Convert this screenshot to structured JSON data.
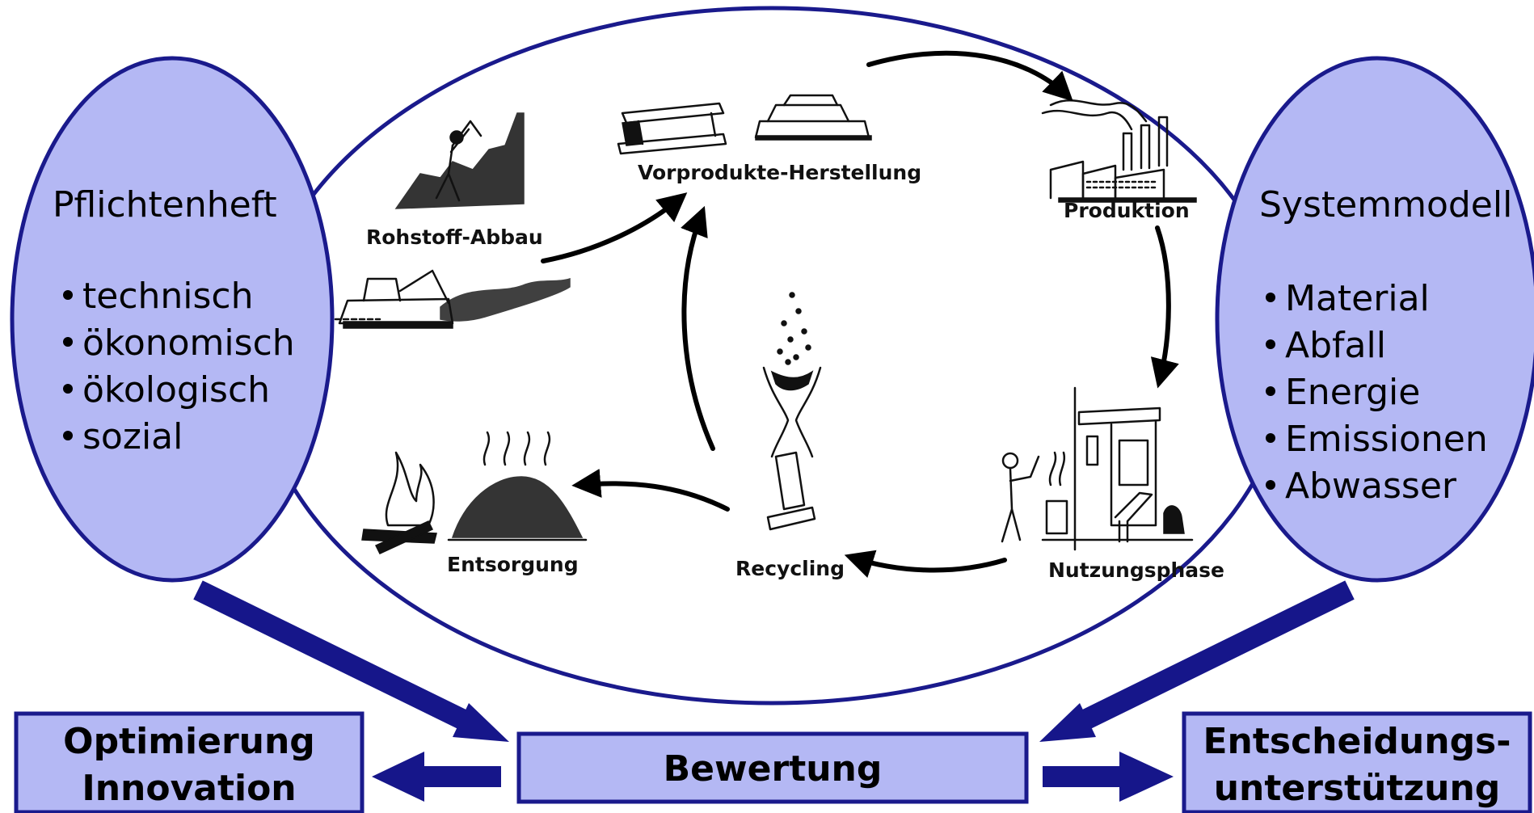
{
  "colors": {
    "ellipse_fill": "#b4b8f4",
    "outline": "#1a1a8c",
    "box_fill": "#b4b8f4",
    "arrow_blue": "#16168a",
    "cycle_arrow": "#000000"
  },
  "left_ellipse": {
    "title": "Pflichtenheft",
    "items": [
      "technisch",
      "ökonomisch",
      "ökologisch",
      "sozial"
    ]
  },
  "right_ellipse": {
    "title": "Systemmodell",
    "items": [
      "Material",
      "Abfall",
      "Energie",
      "Emissionen",
      "Abwasser"
    ]
  },
  "stages": {
    "rohstoff": "Rohstoff-Abbau",
    "vorprodukte": "Vorprodukte-Herstellung",
    "produktion": "Produktion",
    "nutzung": "Nutzungsphase",
    "recycling": "Recycling",
    "entsorgung": "Entsorgung"
  },
  "stage_icons": {
    "rohstoff": [
      "miner-icon",
      "excavator-icon"
    ],
    "vorprodukte": [
      "steel-beam-icon",
      "metal-ingots-icon"
    ],
    "produktion": "factory-icon",
    "nutzung": "house-terrace-icon",
    "recycling": "recycling-funnel-icon",
    "entsorgung": [
      "campfire-icon",
      "landfill-heap-icon"
    ]
  },
  "boxes": {
    "optimierung": [
      "Optimierung",
      "Innovation"
    ],
    "bewertung": "Bewertung",
    "entscheidung": [
      "Entscheidungs-",
      "unterstützung"
    ]
  }
}
